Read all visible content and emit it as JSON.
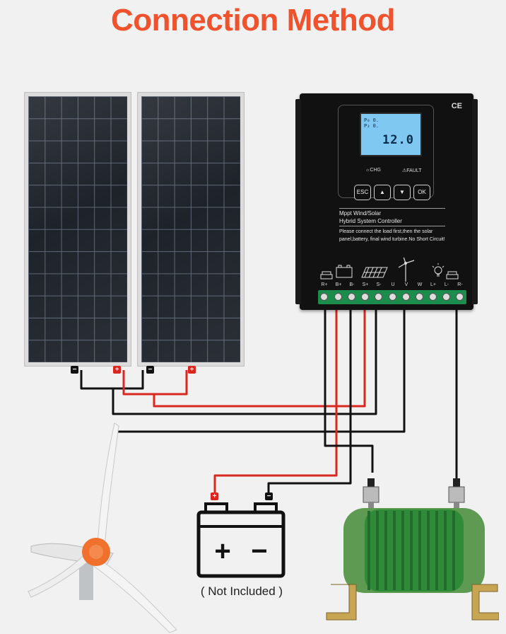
{
  "title": "Connection Method",
  "colors": {
    "title": "#f0522d",
    "wire_positive": "#d8281f",
    "wire_negative": "#111111",
    "terminal_block": "#1c8c4d",
    "lcd": "#7ec8f2",
    "resistor_coil": "#2f8a3a"
  },
  "solar_panels": [
    {
      "negative": "−",
      "positive": "+"
    },
    {
      "negative": "−",
      "positive": "+"
    }
  ],
  "controller": {
    "ce_mark": "CE",
    "lcd_reading": "12.0",
    "lcd_mini_1": "P₀  0.",
    "lcd_mini_2": "P₂  0.",
    "chg_label": "☼CHG",
    "fault_label": "⚠FAULT",
    "buttons": [
      "ESC",
      "▲",
      "▼",
      "OK"
    ],
    "model_line_1": "Mppt Wind/Solar",
    "model_line_2": "Hybrid System Controller",
    "notice": "Please connect the load first,then the solar panel,battery, final wind turbine.No Short Circuit!",
    "terminals": [
      "R+",
      "B+",
      "B-",
      "S+",
      "S-",
      "U",
      "V",
      "W",
      "L+",
      "L-",
      "R-"
    ]
  },
  "battery": {
    "positive": "+",
    "negative": "−",
    "plus_sign": "+",
    "minus_sign": "−"
  },
  "not_included": "( Not Included )",
  "icons": [
    "solar-panel-icon",
    "battery-icon",
    "wind-turbine-icon",
    "lamp-icon",
    "dump-load-icon"
  ]
}
